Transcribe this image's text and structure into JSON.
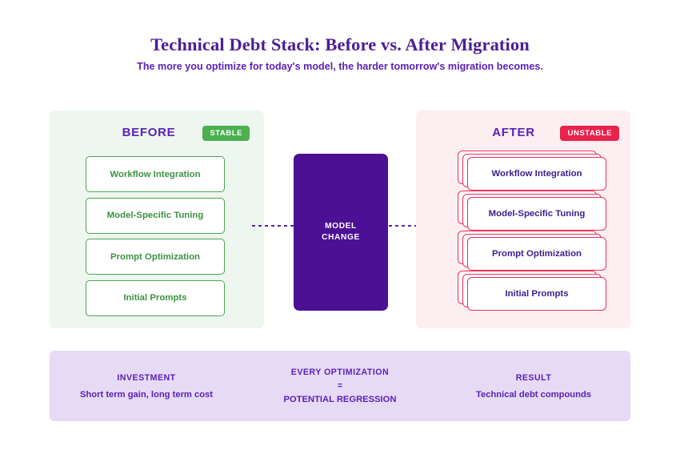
{
  "header": {
    "title": "Technical Debt Stack: Before vs. After Migration",
    "subtitle": "The more you optimize for today's model, the harder tomorrow's migration becomes."
  },
  "colors": {
    "brand_purple": "#4C1D95",
    "accent_purple": "#5B21B6",
    "model_block": "#4C1095",
    "stable_green": "#4CAF50",
    "unstable_red": "#E8234C",
    "before_panel_bg": "#EDF7EF",
    "after_panel_bg": "#FDEEF2",
    "footer_bg": "#E6DAF5",
    "before_card_border": "#4CA352",
    "before_card_text": "#3D9142",
    "after_card_border": "#EF3058",
    "after_card_text": "#3B1E8E"
  },
  "before_panel": {
    "title": "BEFORE",
    "badge": "STABLE",
    "cards": [
      {
        "label": "Workflow Integration"
      },
      {
        "label": "Model-Specific Tuning"
      },
      {
        "label": "Prompt Optimization"
      },
      {
        "label": "Initial Prompts"
      }
    ]
  },
  "after_panel": {
    "title": "AFTER",
    "badge": "UNSTABLE",
    "cards": [
      {
        "label": "Workflow Integration"
      },
      {
        "label": "Model-Specific Tuning"
      },
      {
        "label": "Prompt Optimization"
      },
      {
        "label": "Initial Prompts"
      }
    ]
  },
  "model_change": {
    "line1": "MODEL",
    "line2": "CHANGE"
  },
  "arrows": {
    "in": "dotted-line-left",
    "out": "dotted-arrow-right"
  },
  "footer": {
    "columns": [
      {
        "heading": "INVESTMENT",
        "sub": "Short term gain, long term cost"
      },
      {
        "heading": "EVERY OPTIMIZATION",
        "equals": "=",
        "sub": "POTENTIAL REGRESSION"
      },
      {
        "heading": "RESULT",
        "sub": "Technical debt compounds"
      }
    ]
  }
}
